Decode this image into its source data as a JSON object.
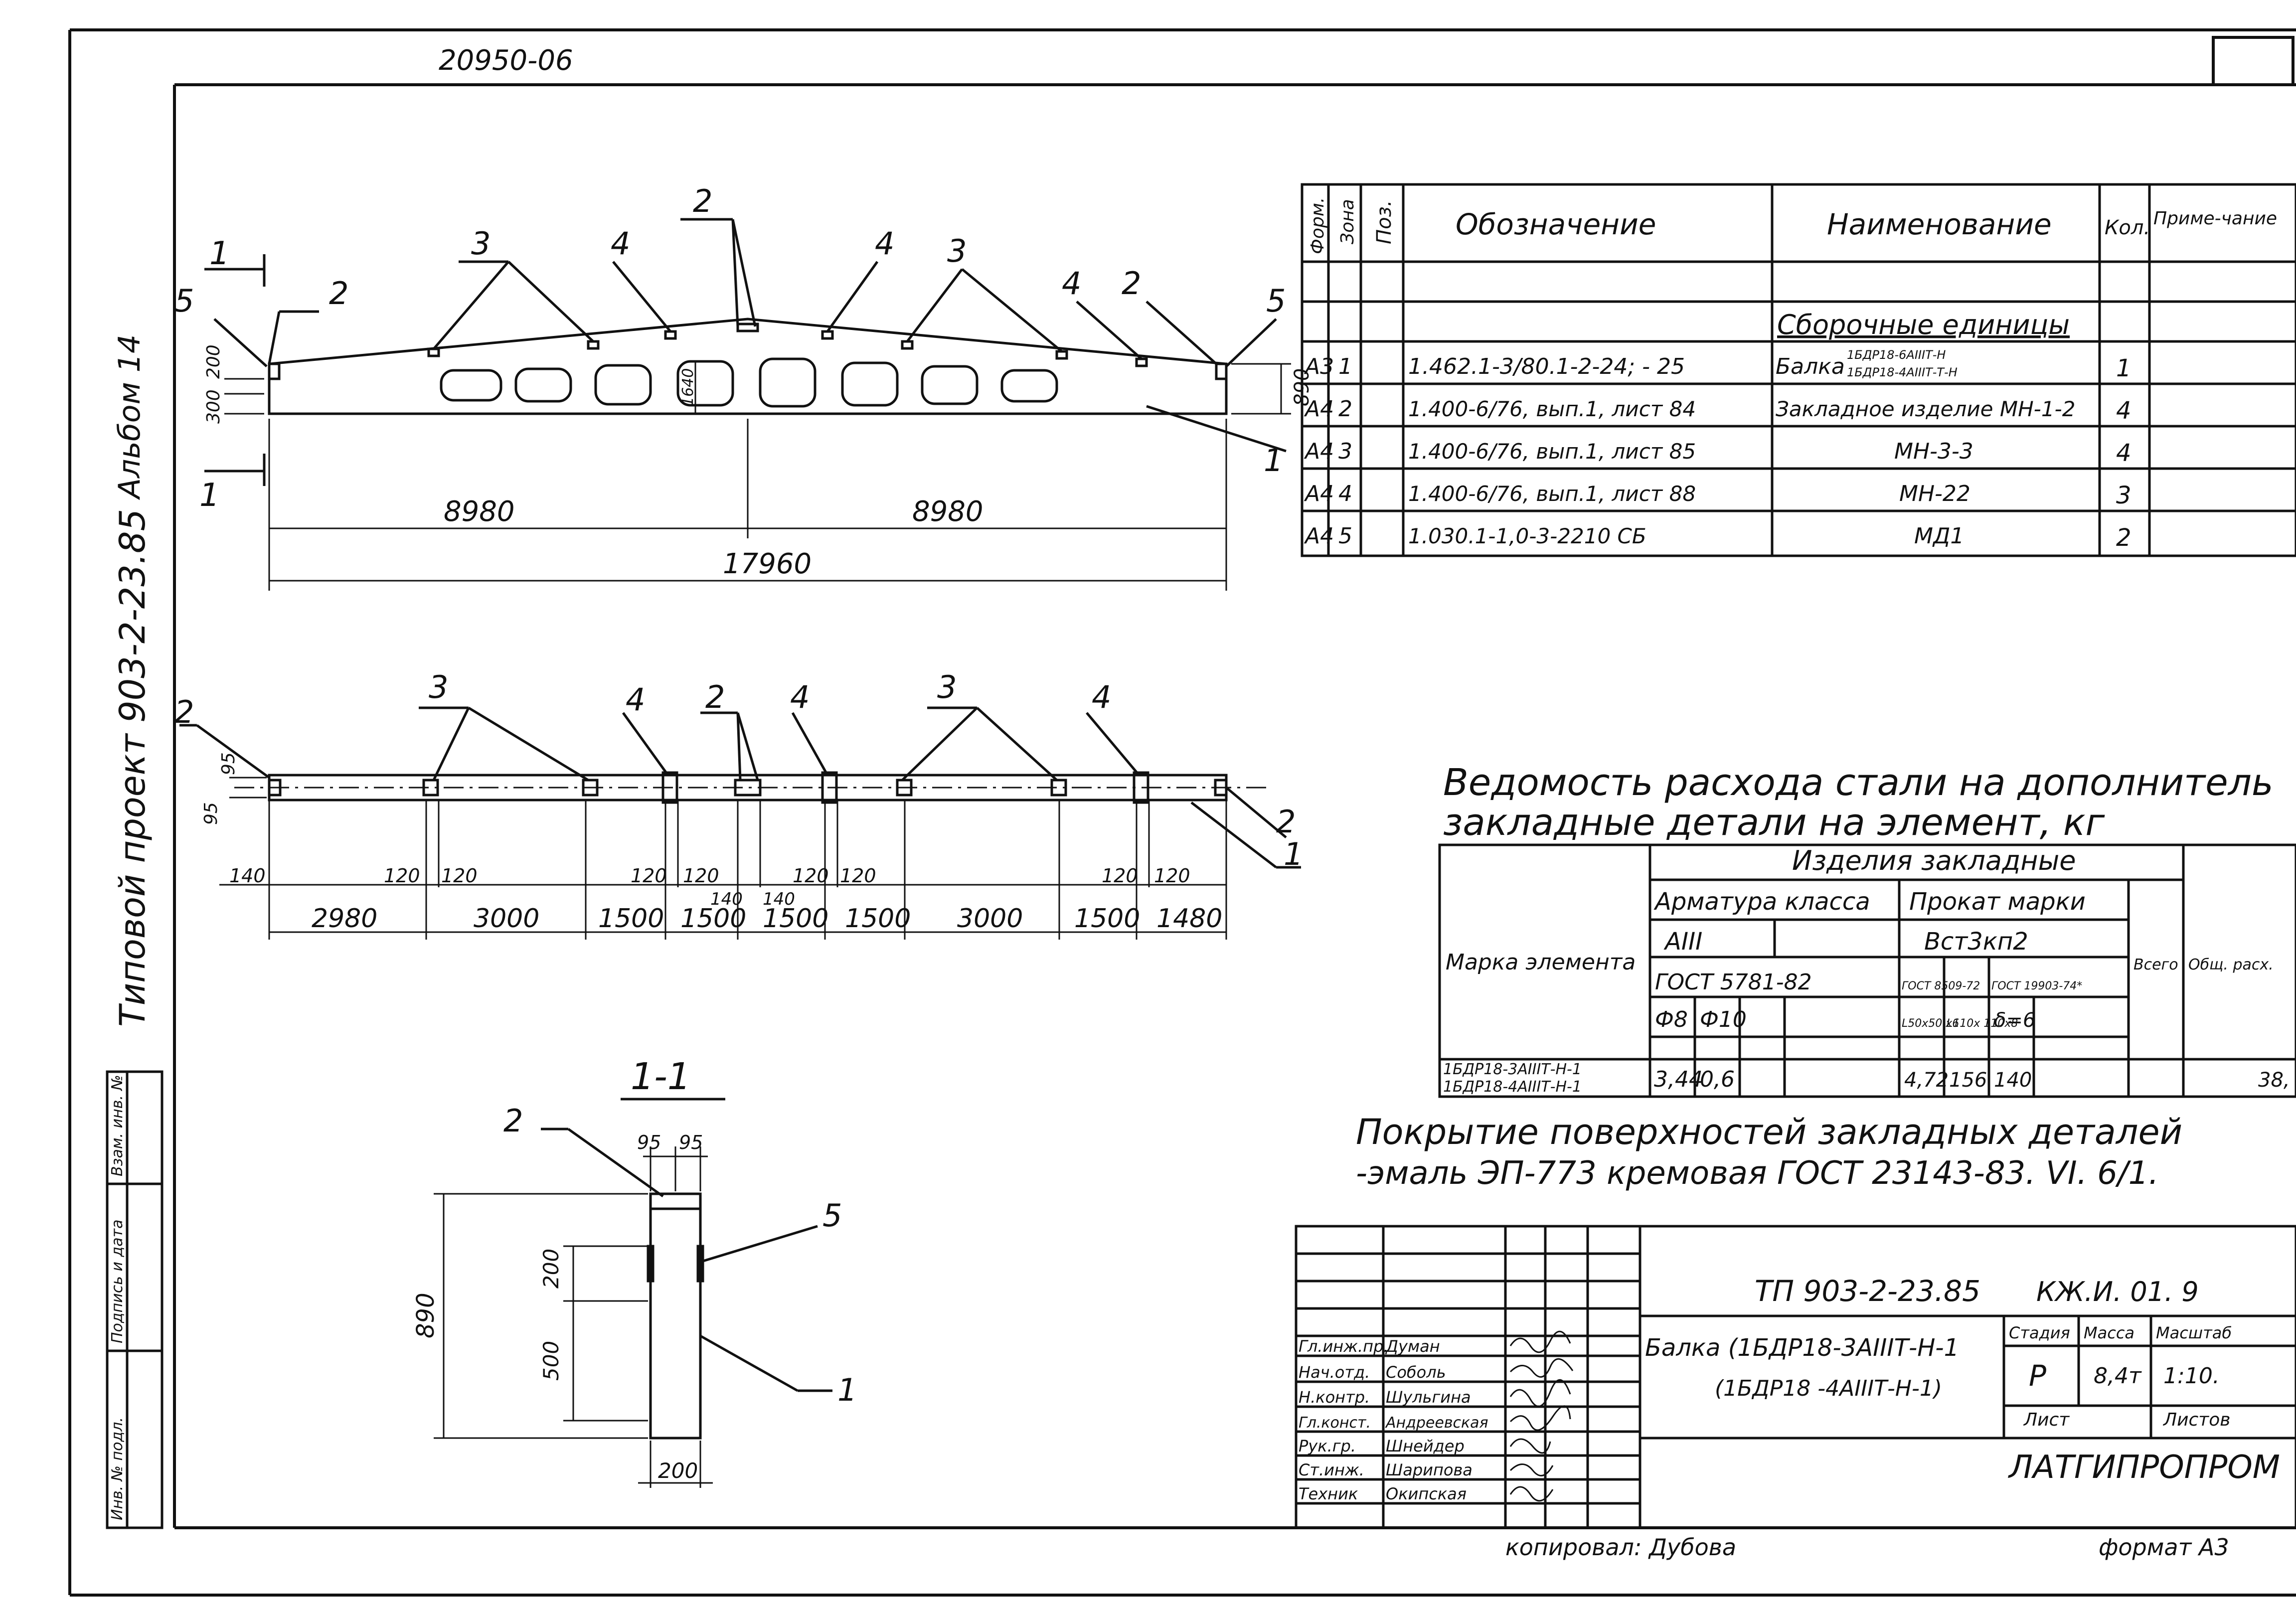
{
  "drawing": {
    "corner_number": "20950-06",
    "album_label": "Альбом 14",
    "project_label": "Типовой проект 903-2-23.85"
  },
  "elevation": {
    "marks": {
      "m1": "1",
      "m2": "2",
      "m3": "3",
      "m4": "4",
      "m5": "5",
      "sec": "1"
    },
    "dims": {
      "half_left": "8980",
      "half_right": "8980",
      "total": "17960",
      "h_right": "890",
      "h_top": "200",
      "h_bottom": "300",
      "hole": "1640"
    }
  },
  "plan": {
    "dims": {
      "d1": "2980",
      "d2": "3000",
      "d3": "1500",
      "d4": "1500",
      "d5": "1500",
      "d6": "1500",
      "d7": "3000",
      "d8": "1500",
      "d9": "1480",
      "s140a": "140",
      "s120": "120",
      "s140": "140",
      "w95": "95",
      "w95b": "95"
    }
  },
  "section": {
    "title": "1-1",
    "dims": {
      "total_h": "890",
      "upper": "200",
      "lower": "500",
      "width": "200",
      "w95": "95"
    }
  },
  "spec_table": {
    "headers": [
      "Форм.",
      "Зона",
      "Поз.",
      "Обозначение",
      "Наименование",
      "Кол.",
      "Приме-чание"
    ],
    "section_title": "Сборочные единицы",
    "rows": [
      {
        "format": "А3",
        "pos": "1",
        "designation": "1.462.1-3/80.1-2-24; - 25",
        "name": "Балка",
        "name_sub1": "1БДР18-6АIIIТ-Н",
        "name_sub2": "1БДР18-4АIIIТ-Т-Н",
        "qty": "1"
      },
      {
        "format": "А4",
        "pos": "2",
        "designation": "1.400-6/76, вып.1, лист 84",
        "name": "Закладное изделие МН-1-2",
        "qty": "4"
      },
      {
        "format": "А4",
        "pos": "3",
        "designation": "1.400-6/76, вып.1, лист 85",
        "name": "МН-3-3",
        "qty": "4"
      },
      {
        "format": "А4",
        "pos": "4",
        "designation": "1.400-6/76, вып.1, лист 88",
        "name": "МН-22",
        "qty": "3"
      },
      {
        "format": "А4",
        "pos": "5",
        "designation": "1.030.1-1,0-3-2210 СБ",
        "name": "МД1",
        "qty": "2"
      }
    ]
  },
  "steel_table": {
    "title_line1": "Ведомость расхода стали на дополнитель",
    "title_line2": "закладные детали на элемент, кг",
    "header_group": "Изделия закладные",
    "col_marka": "Марка элемента",
    "armatura_label": "Арматура класса",
    "prokat_label": "Прокат марки",
    "class_value": "АIII",
    "steel_grade": "Вст3кп2",
    "gost_arm": "ГОСТ 5781-82",
    "gost_prokat1": "ГОСТ 8509-72",
    "gost_prokat2": "ГОСТ 19903-74*",
    "d8": "Ф8",
    "d10": "Ф10",
    "angle1": "L50х50 х6",
    "angle2": "L110х 110х8",
    "plate": "δ=6",
    "vsego": "Всего",
    "obshch": "Общ. расх.",
    "row_marka1": "1БДР18-3АIIIТ-Н-1",
    "row_marka2": "1БДР18-4АIIIТ-Н-1",
    "v1": "3,44",
    "v2": "0,6",
    "v3": "4,72",
    "v4": "156",
    "v5": "140",
    "total": "38,"
  },
  "coating_note": {
    "line1": "Покрытие поверхностей закладных деталей",
    "line2": "-эмаль ЭП-773 кремовая ГОСТ 23143-83. VI. 6/1."
  },
  "stamp": {
    "project_code": "ТП 903-2-23.85",
    "sheet_code": "КЖ.И. 01. 9",
    "title_line1": "Балка (1БДР18-3АIIIТ-Н-1",
    "title_line2": "(1БДР18 -4АIIIТ-Н-1)",
    "stage_label": "Стадия",
    "mass_label": "Масса",
    "scale_label": "Масштаб",
    "stage": "Р",
    "mass": "8,4т",
    "scale": "1:10.",
    "sheet_label": "Лист",
    "sheets_label": "Листов",
    "org": "ЛАТГИПРОПРОМ",
    "copied_by": "копировал: Дубова",
    "format_label": "формат А3",
    "people": [
      {
        "role": "Гл.инж.пр.",
        "name": "Думан"
      },
      {
        "role": "Нач.отд.",
        "name": "Соболь"
      },
      {
        "role": "Н.контр.",
        "name": "Шульгина"
      },
      {
        "role": "Гл.конст.",
        "name": "Андреевская"
      },
      {
        "role": "Рук.гр.",
        "name": "Шнейдер"
      },
      {
        "role": "Ст.инж.",
        "name": "Шарипова"
      },
      {
        "role": "Техник",
        "name": "Окипская"
      }
    ]
  },
  "side_stamp": {
    "inv": "Инв. № подл.",
    "sign": "Подпись и дата",
    "vzam": "Взам. инв. №"
  }
}
